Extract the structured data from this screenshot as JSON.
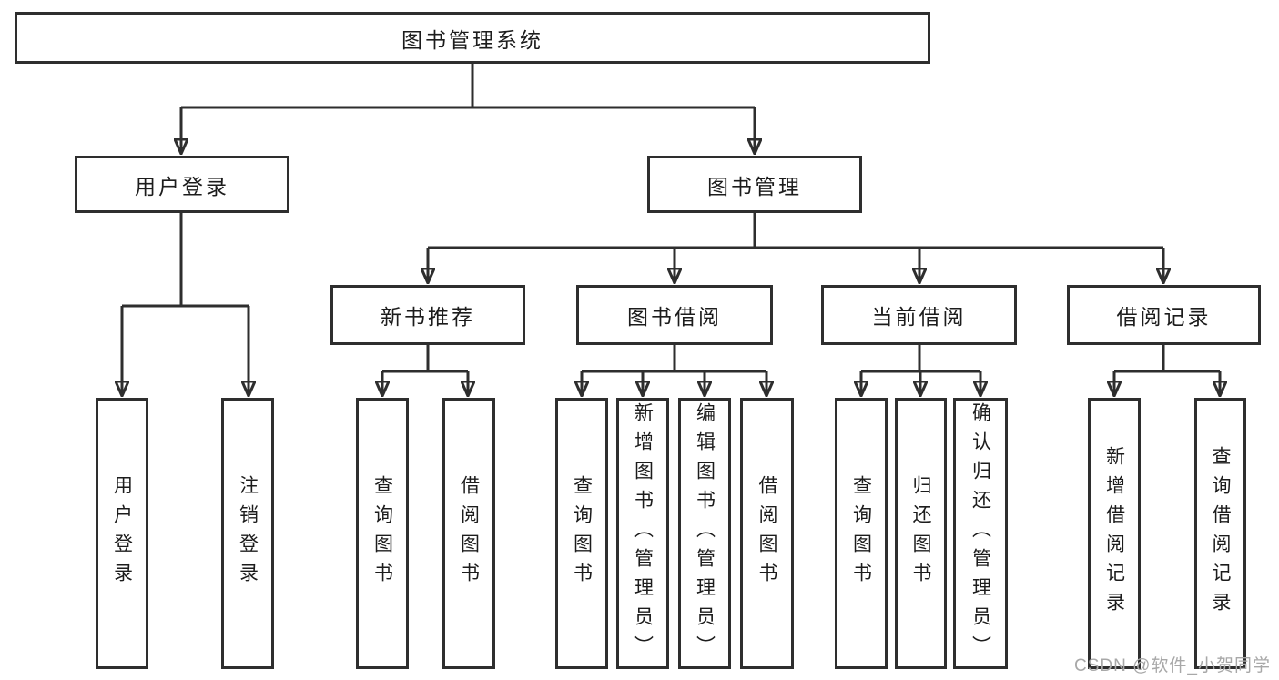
{
  "diagram": {
    "root": {
      "label": "图书管理系统"
    },
    "level2": [
      {
        "label": "用户登录"
      },
      {
        "label": "图书管理"
      }
    ],
    "level3": [
      {
        "label": "新书推荐"
      },
      {
        "label": "图书借阅"
      },
      {
        "label": "当前借阅"
      },
      {
        "label": "借阅记录"
      }
    ],
    "leaves": [
      {
        "label": "用户登录"
      },
      {
        "label": "注销登录"
      },
      {
        "label": "查询图书"
      },
      {
        "label": "借阅图书"
      },
      {
        "label": "查询图书"
      },
      {
        "label": "新增图书（管理员）"
      },
      {
        "label": "编辑图书（管理员）"
      },
      {
        "label": "借阅图书"
      },
      {
        "label": "查询图书"
      },
      {
        "label": "归还图书"
      },
      {
        "label": "确认归还（管理员）"
      },
      {
        "label": "新增借阅记录"
      },
      {
        "label": "查询借阅记录"
      }
    ],
    "watermark": "CSDN @软件_小贺同学",
    "colors": {
      "line": "#2e2e2e",
      "text": "#1c1c1c",
      "watermark": "#a8a8a8",
      "background": "#ffffff"
    }
  }
}
